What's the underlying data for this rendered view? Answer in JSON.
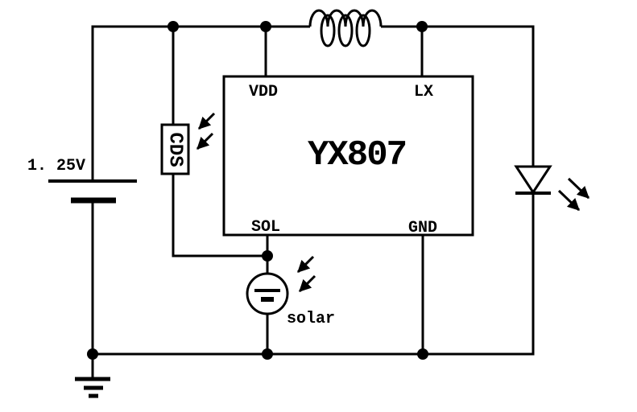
{
  "diagram": {
    "kind": "circuit-schematic",
    "background": "#ffffff",
    "ink_color": "#000000"
  },
  "labels": {
    "battery_voltage": "1. 25V",
    "photoresistor": "CDS",
    "chip_name": "YX807",
    "pin_vdd": "VDD",
    "pin_lx": "LX",
    "pin_sol": "SOL",
    "pin_gnd": "GND",
    "solar_cell": "solar"
  },
  "components": [
    {
      "type": "battery",
      "label": "1. 25V"
    },
    {
      "type": "inductor",
      "label": ""
    },
    {
      "type": "photoresistor",
      "label": "CDS",
      "light": "incoming"
    },
    {
      "type": "ic",
      "label": "YX807",
      "pins": [
        "VDD",
        "LX",
        "SOL",
        "GND"
      ]
    },
    {
      "type": "solar-cell",
      "label": "solar",
      "light": "incoming"
    },
    {
      "type": "led",
      "label": "",
      "light": "emitting"
    },
    {
      "type": "ground",
      "label": ""
    }
  ]
}
